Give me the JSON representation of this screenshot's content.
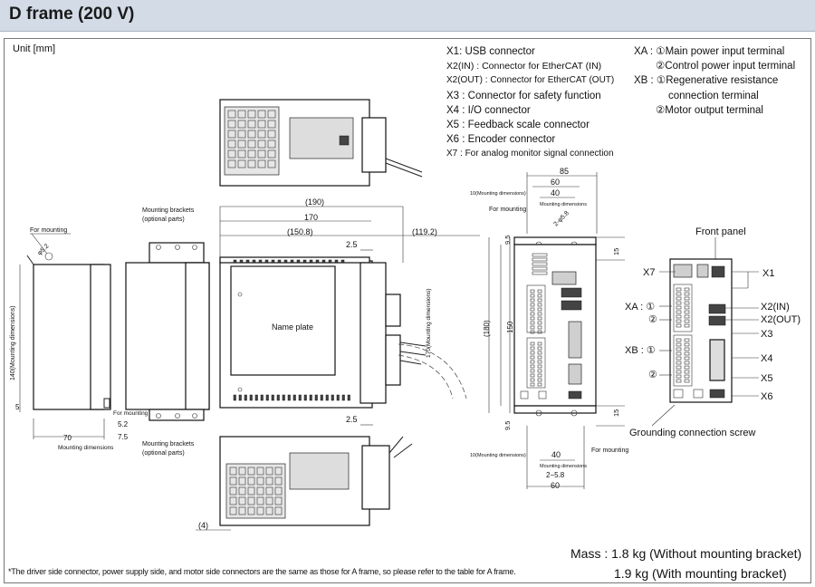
{
  "header": {
    "title": "D frame (200 V)"
  },
  "unit_label": "Unit [mm]",
  "connectors_left": [
    "X1: USB connector",
    "X2(IN) : Connector for EtherCAT (IN)",
    "X2(OUT) : Connector for EtherCAT (OUT)",
    "X3 : Connector for safety function",
    "X4 : I/O connector",
    "X5 : Feedback scale connector",
    "X6 : Encoder connector",
    "X7 : For analog monitor signal connection"
  ],
  "connectors_right": [
    "XA : ①Main power input terminal",
    "②Control power input terminal",
    "XB : ①Regenerative resistance",
    "connection terminal",
    "②Motor output terminal"
  ],
  "drawing": {
    "for_mounting": "For mounting",
    "mounting_brackets_1": "Mounting brackets",
    "mounting_brackets_2": "(optional parts)",
    "mounting_dimensions": "Mounting dimensions",
    "mounting_140": "140(Mounting dimensions)",
    "mounting_170": "170(Mounting dimensions)",
    "mounting_10": "10(Mounting dimensions)",
    "name_plate": "Name plate",
    "dim_190": "(190)",
    "dim_170": "170",
    "dim_150_8": "(150.8)",
    "dim_119_2": "(119.2)",
    "dim_2_5a": "2.5",
    "dim_2_5b": "2.5",
    "dim_4": "(4)",
    "dim_5": "5",
    "dim_5_2": "5.2",
    "dim_7_5": "7.5",
    "dim_70": "70",
    "dim_phi5_2": "φ5.2",
    "dim_85": "85",
    "dim_60_top": "60",
    "dim_40_top": "40",
    "dim_60_bot": "60",
    "dim_40_bot": "40",
    "dim_2_phi5_8": "2-φ5.8",
    "dim_2_5_8": "2−5.8",
    "dim_9_5_top": "9.5",
    "dim_9_5_bot": "9.5",
    "dim_15_top": "15",
    "dim_15_bot": "15",
    "dim_180": "(180)",
    "dim_150": "150",
    "front_panel": "Front panel",
    "grounding": "Grounding connection screw",
    "labels": [
      "X1",
      "X2(IN)",
      "X2(OUT)",
      "X3",
      "X4",
      "X5",
      "X6",
      "X7"
    ],
    "xa": "XA : ①",
    "xa2": "②",
    "xb": "XB : ①",
    "xb2": "②"
  },
  "mass": {
    "line1": "Mass : 1.8 kg (Without mounting bracket)",
    "line2": "1.9 kg (With mounting bracket)"
  },
  "footnote": "*The driver side connector, power supply side, and motor side connectors are the same as those for A frame, so please refer to the table for A frame."
}
